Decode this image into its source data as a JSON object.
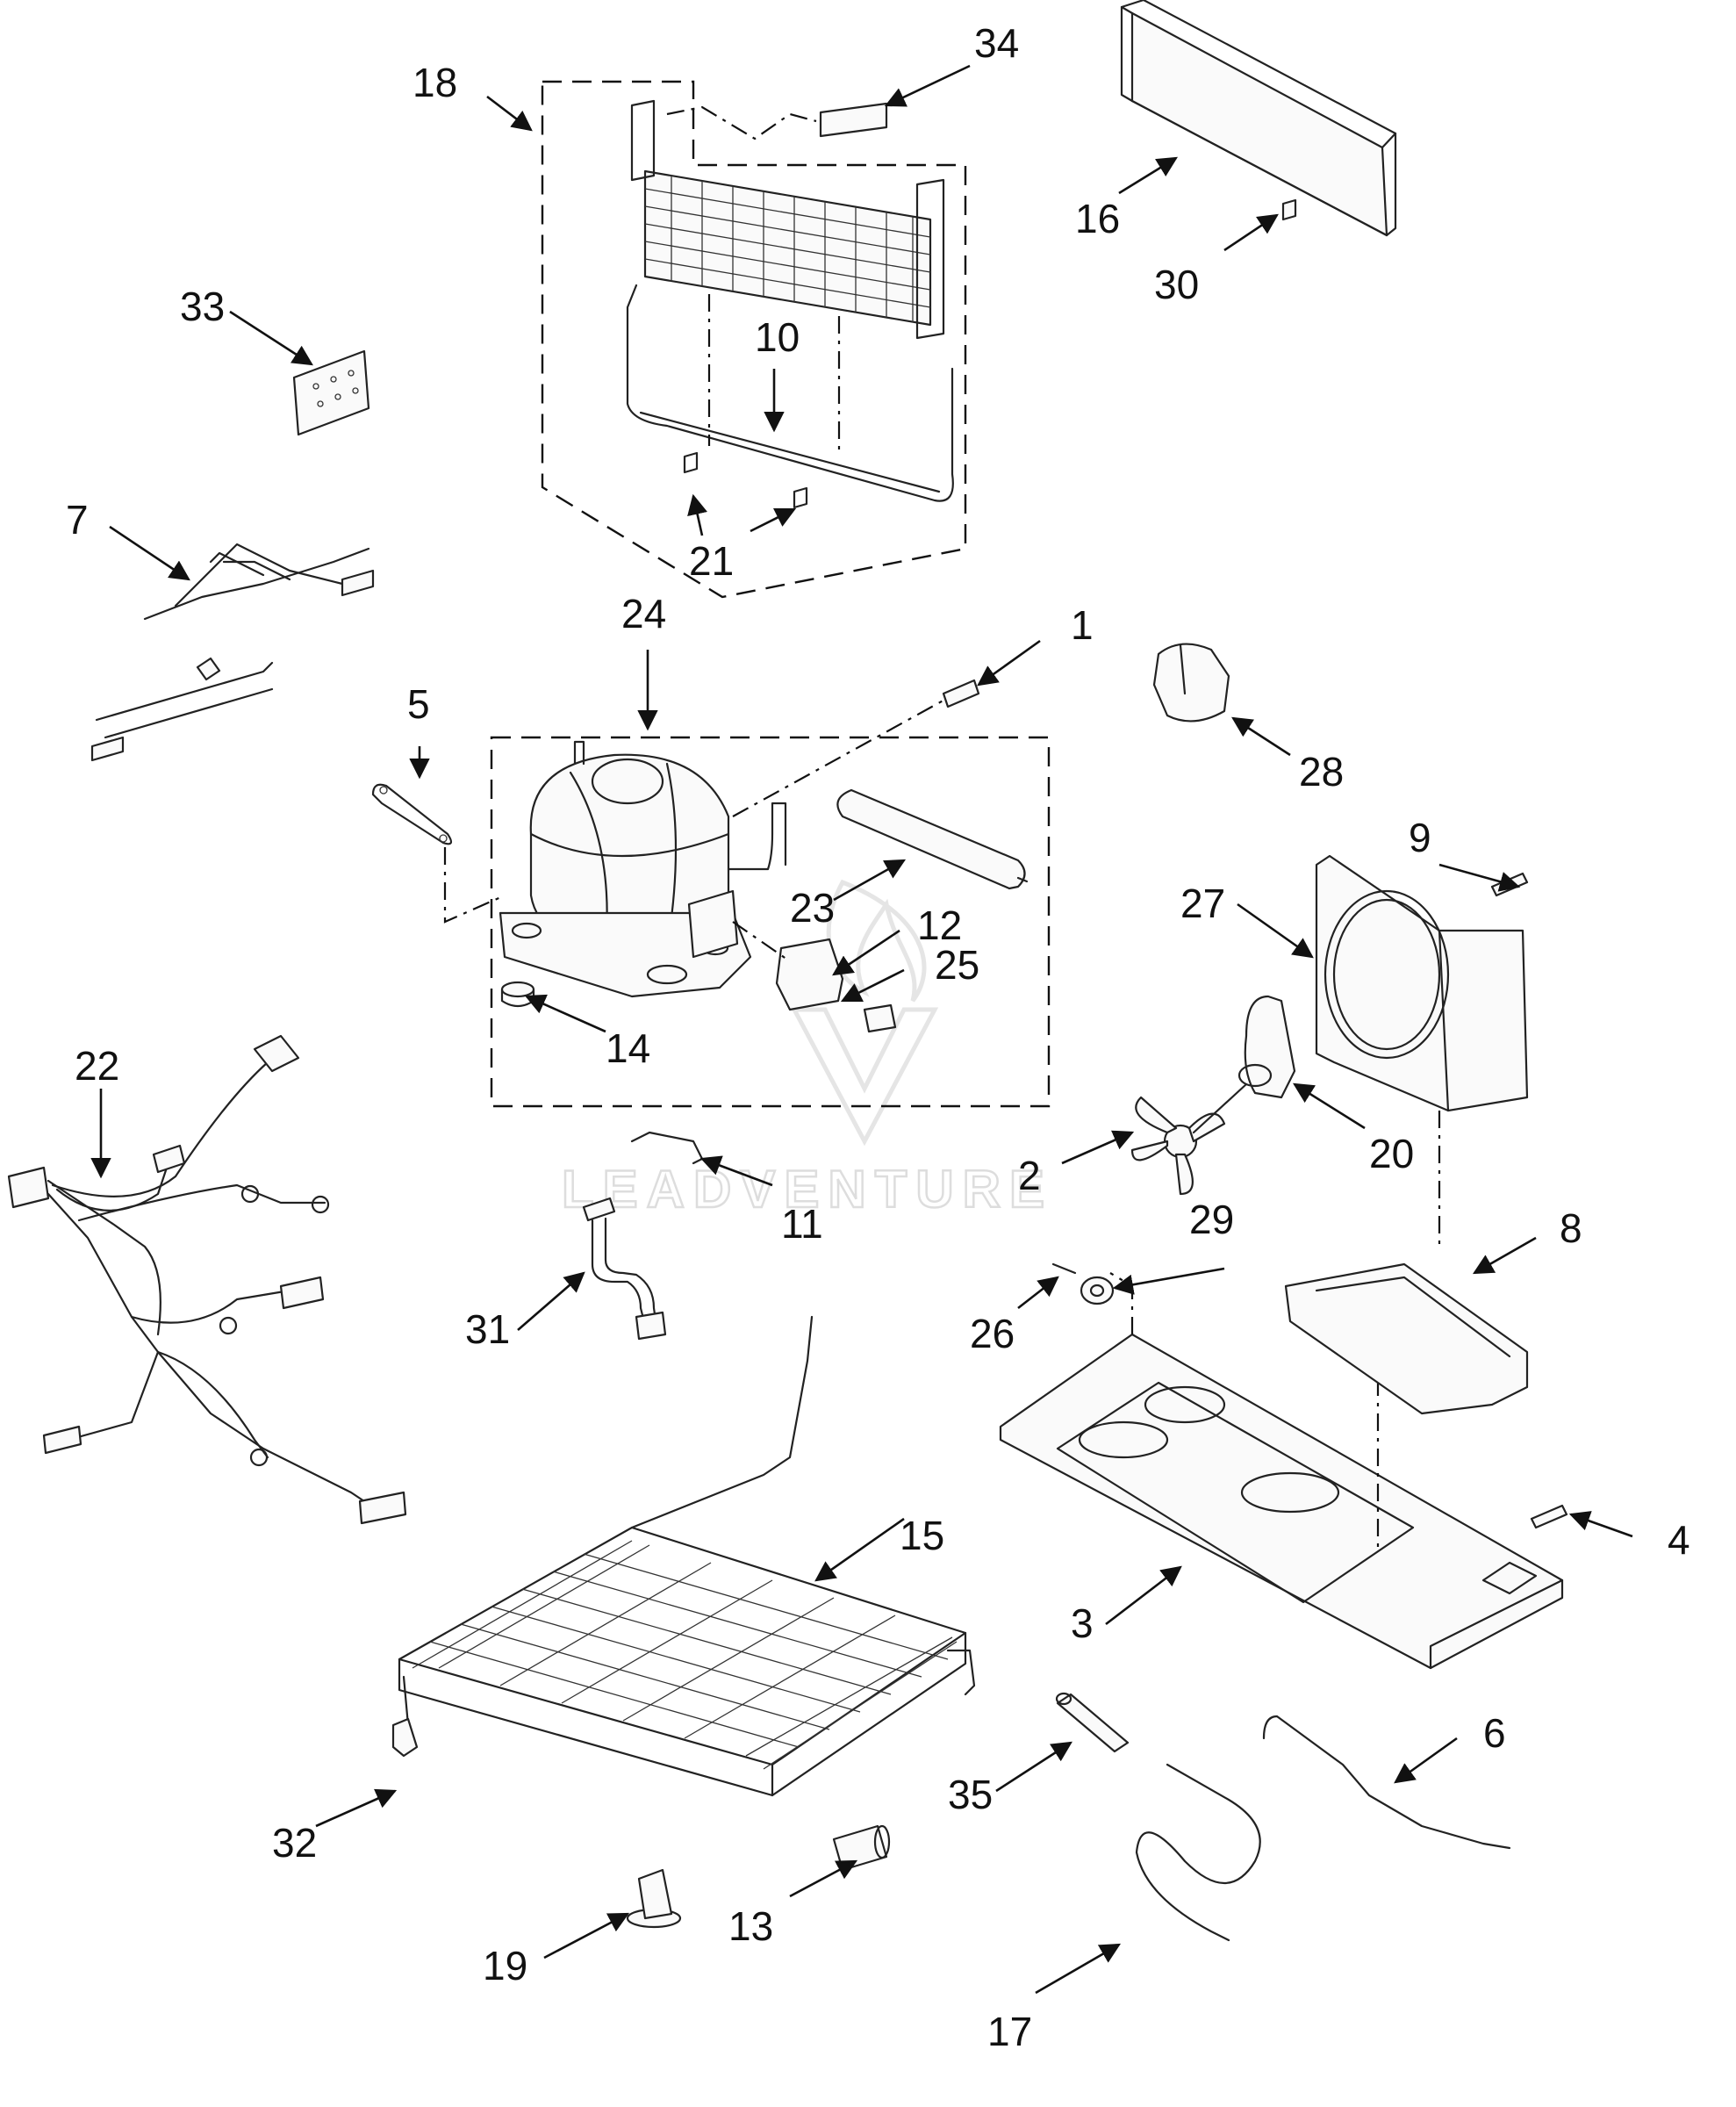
{
  "watermark": {
    "text": "LEADVENTURE"
  },
  "callouts": [
    {
      "label": "1"
    },
    {
      "label": "2"
    },
    {
      "label": "3"
    },
    {
      "label": "4"
    },
    {
      "label": "5"
    },
    {
      "label": "6"
    },
    {
      "label": "7"
    },
    {
      "label": "8"
    },
    {
      "label": "9"
    },
    {
      "label": "10"
    },
    {
      "label": "11"
    },
    {
      "label": "12"
    },
    {
      "label": "13"
    },
    {
      "label": "14"
    },
    {
      "label": "15"
    },
    {
      "label": "16"
    },
    {
      "label": "17"
    },
    {
      "label": "18"
    },
    {
      "label": "19"
    },
    {
      "label": "20"
    },
    {
      "label": "21"
    },
    {
      "label": "22"
    },
    {
      "label": "23"
    },
    {
      "label": "24"
    },
    {
      "label": "25"
    },
    {
      "label": "26"
    },
    {
      "label": "27"
    },
    {
      "label": "28"
    },
    {
      "label": "29"
    },
    {
      "label": "30"
    },
    {
      "label": "31"
    },
    {
      "label": "32"
    },
    {
      "label": "33"
    },
    {
      "label": "34"
    },
    {
      "label": "35"
    }
  ]
}
